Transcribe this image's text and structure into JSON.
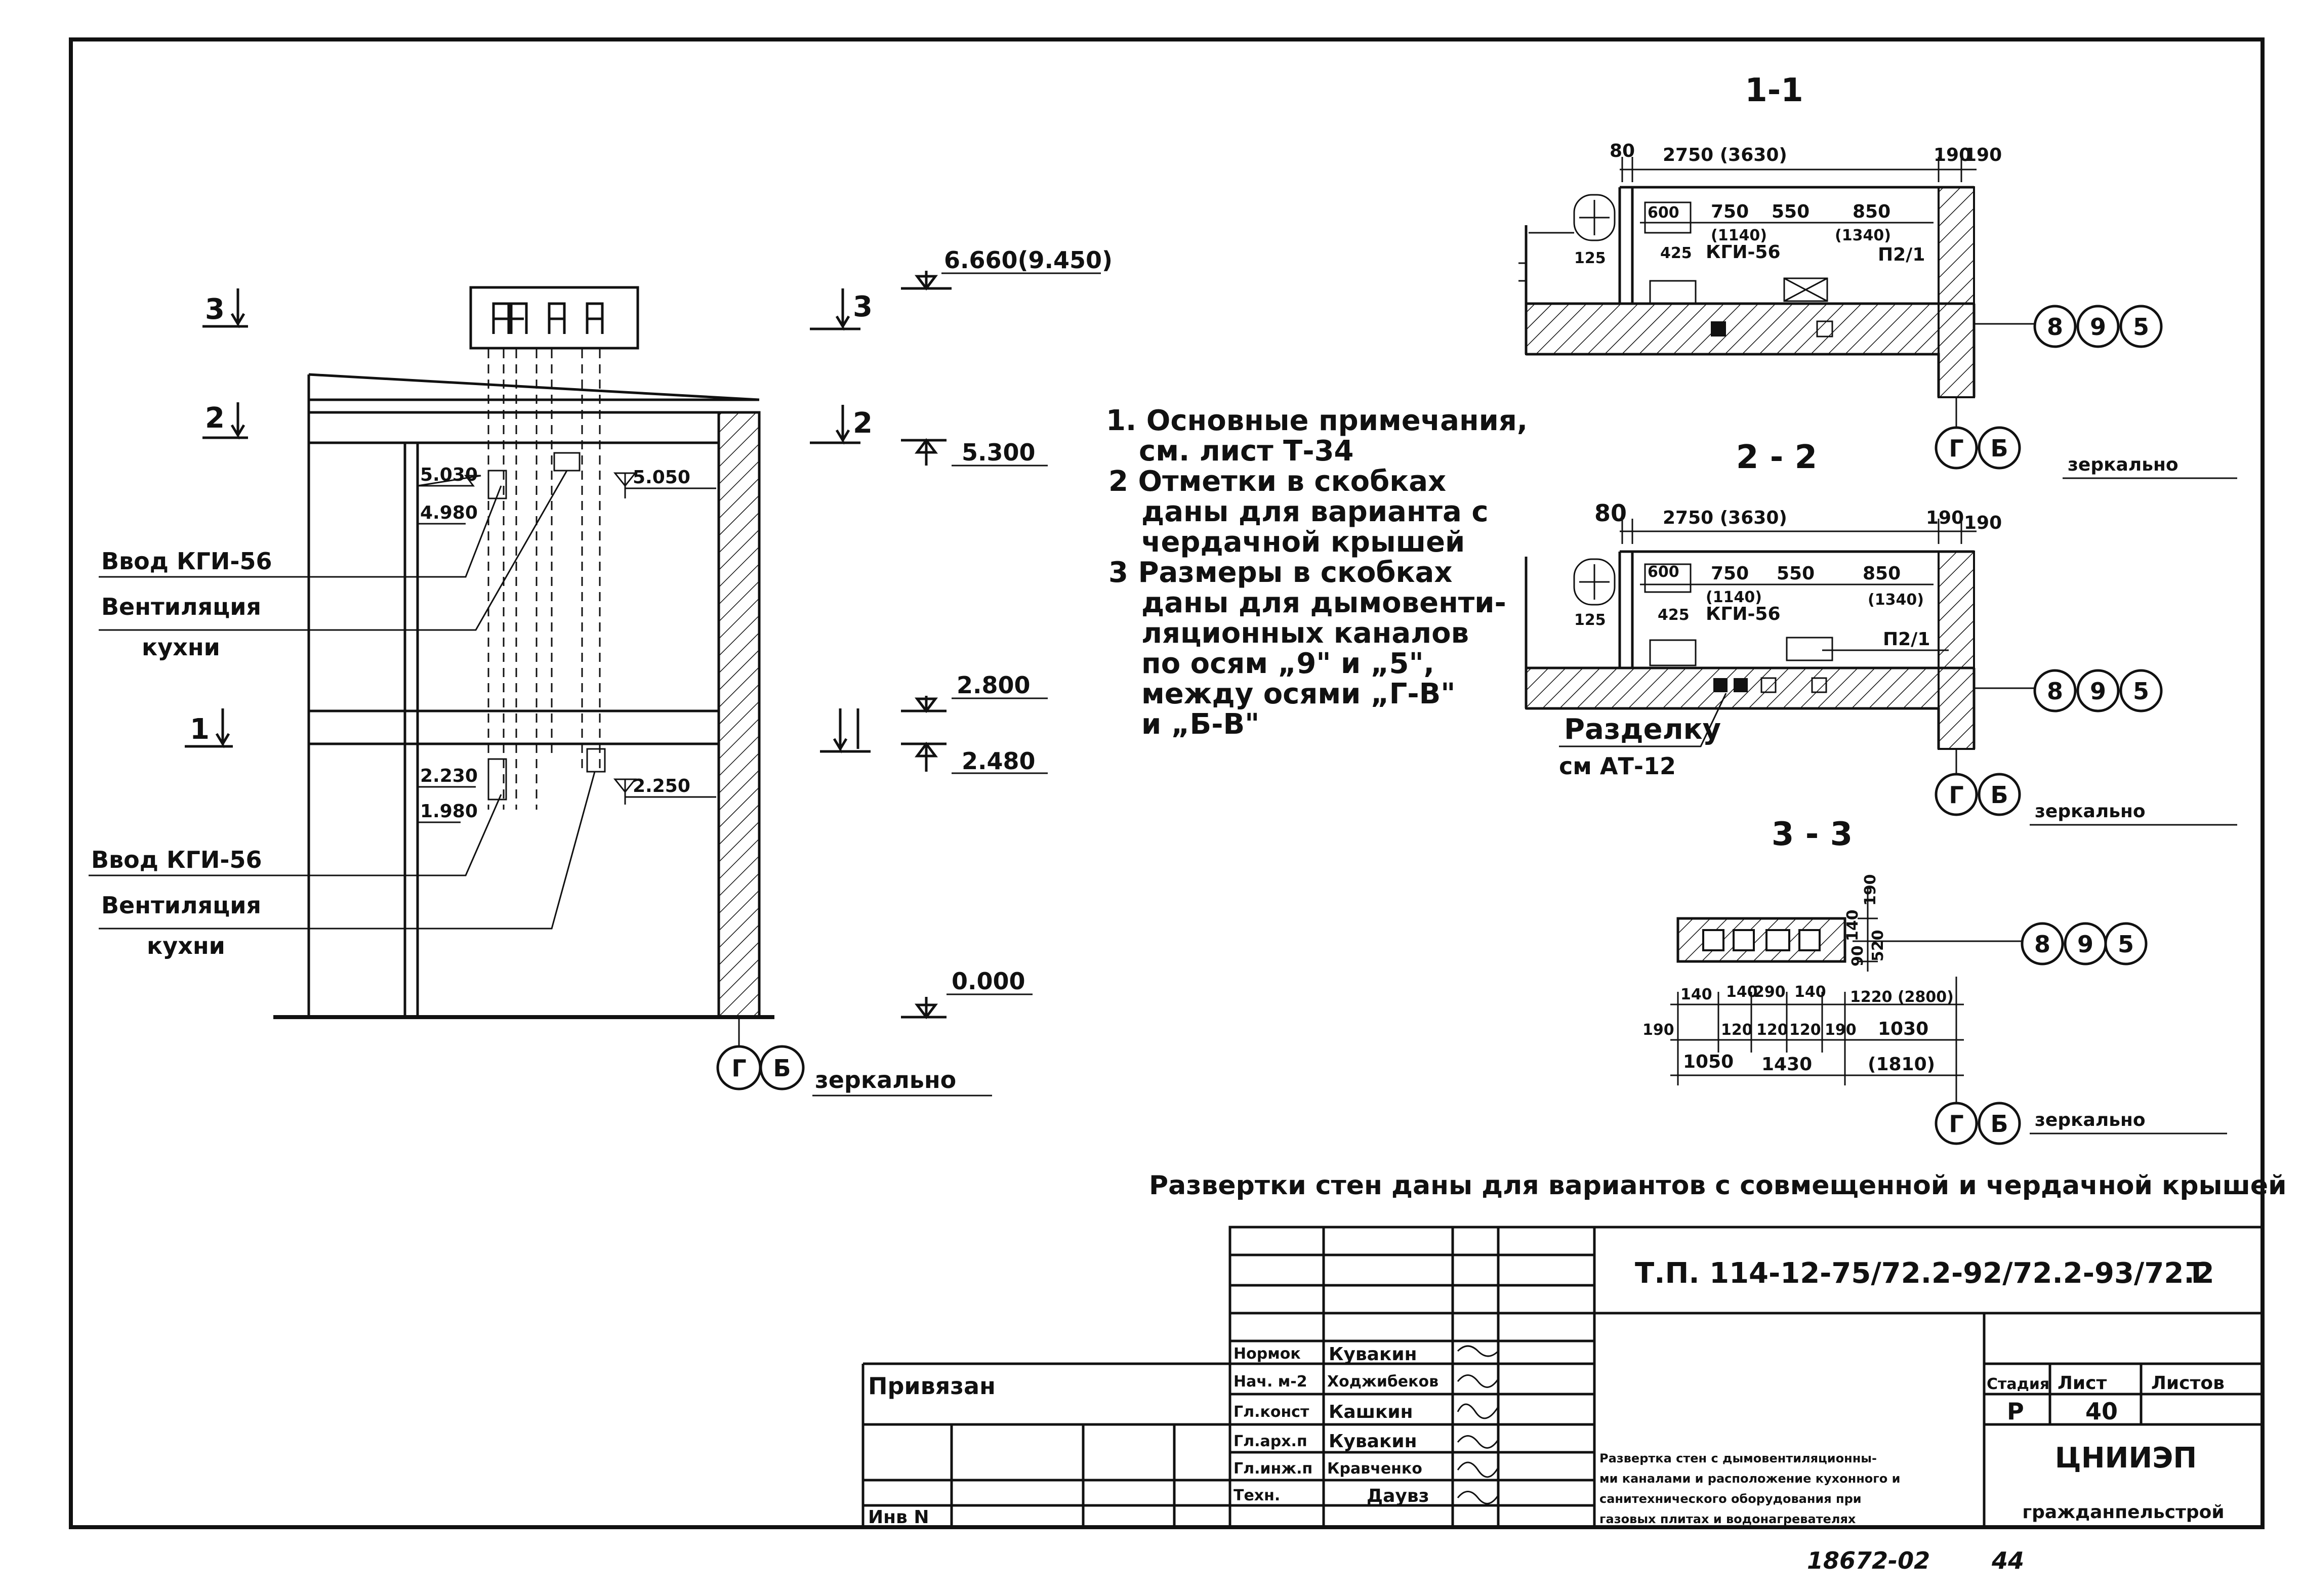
{
  "section_labels": {
    "s1": "1-1",
    "s2": "2 - 2",
    "s3": "3 - 3"
  },
  "elevation": {
    "cut_marks": [
      "3",
      "2",
      "1"
    ],
    "levels": [
      "6.660(9.450)",
      "5.300",
      "5.050",
      "5.030",
      "4.980",
      "2.800",
      "2.480",
      "2.250",
      "2.230",
      "1.980",
      "0.000"
    ],
    "leaders": {
      "gas_inlet_top": "Ввод КГИ-56",
      "vent_top_1": "Вентиляция",
      "vent_top_2": "кухни",
      "gas_inlet_bottom": "Ввод КГИ-56",
      "vent_bottom_1": "Вентиляция",
      "vent_bottom_2": "кухни"
    },
    "axes": [
      "Г",
      "Б"
    ],
    "mirror": "зеркально"
  },
  "notes": [
    "1. Основные примечания,",
    "см. лист Т-34",
    "2 Отметки в скобках",
    "даны для варианта с",
    "чердачной крышей",
    "3 Размеры в скобках",
    "даны для дымовенти-",
    "ляционных каналов",
    "по осям „9\" и „5\",",
    "между осями „Г-В\"",
    "и „Б-В\""
  ],
  "plan_1": {
    "dims_top": [
      "80",
      "2750 (3630)",
      "190",
      "190"
    ],
    "dims_row": [
      "600",
      "750",
      "550",
      "850"
    ],
    "dims_paren": [
      "(1140)",
      "(1340)"
    ],
    "dims_misc": [
      "125",
      "425"
    ],
    "equipment": "КГИ-56",
    "stove": "П2/1",
    "axes_right": [
      "8",
      "9",
      "5"
    ],
    "axes_bottom": [
      "Г",
      "Б"
    ],
    "mirror": "зеркально"
  },
  "plan_2": {
    "dims_top": [
      "80",
      "2750 (3630)",
      "190",
      "190"
    ],
    "dims_row": [
      "600",
      "750",
      "550",
      "850"
    ],
    "dims_paren": [
      "(1140)",
      "(1340)"
    ],
    "dims_misc": [
      "125",
      "425"
    ],
    "equipment": "КГИ-56",
    "stove": "П2/1",
    "axes_right": [
      "8",
      "9",
      "5"
    ],
    "axes_bottom": [
      "Г",
      "Б"
    ],
    "note_1": "Разделку",
    "note_2": "см АТ-12",
    "mirror": "зеркально"
  },
  "plan_3": {
    "dims_right": [
      "190",
      "140",
      "90",
      "520"
    ],
    "dims_top_row": [
      "140",
      "140",
      "290",
      "140",
      "1220 (2800)"
    ],
    "dims_mid_row": [
      "190",
      "120",
      "120",
      "120",
      "190",
      "1030"
    ],
    "dims_bottom_row": [
      "1050",
      "1430",
      "(1810)"
    ],
    "axes_right": [
      "8",
      "9",
      "5"
    ],
    "axes_bottom": [
      "Г",
      "Б"
    ],
    "mirror": "зеркально"
  },
  "caption": "Развертки стен даны для вариантов с совмещенной и чердачной крышей",
  "title_block": {
    "doc_code": "Т.П. 114-12-75/72.2-92/72.2-93/72.2",
    "doc_type": "Т",
    "privyazan": "Привязан",
    "inv": "Инв N",
    "roles": [
      "Нормок",
      "Нач. м-2",
      "Гл.конст",
      "Гл.арх.п",
      "Гл.инж.п",
      "Техн."
    ],
    "names": [
      "Кувакин",
      "Ходжибеков",
      "Кашкин",
      "Кувакин",
      "Кравченко",
      "Даувз"
    ],
    "stage_header": "Стадия",
    "sheet_header": "Лист",
    "sheets_header": "Листов",
    "stage": "Р",
    "sheet": "40",
    "description": [
      "Развертка стен с дымовентиляционны-",
      "ми каналами и расположение кухонного и",
      "санитехнического оборудования при",
      "газовых плитах и водонагревателях"
    ],
    "org_1": "ЦНИИЭП",
    "org_2": "гражданпельстрой"
  },
  "footer": {
    "archive_no": "18672-02",
    "page": "44"
  }
}
